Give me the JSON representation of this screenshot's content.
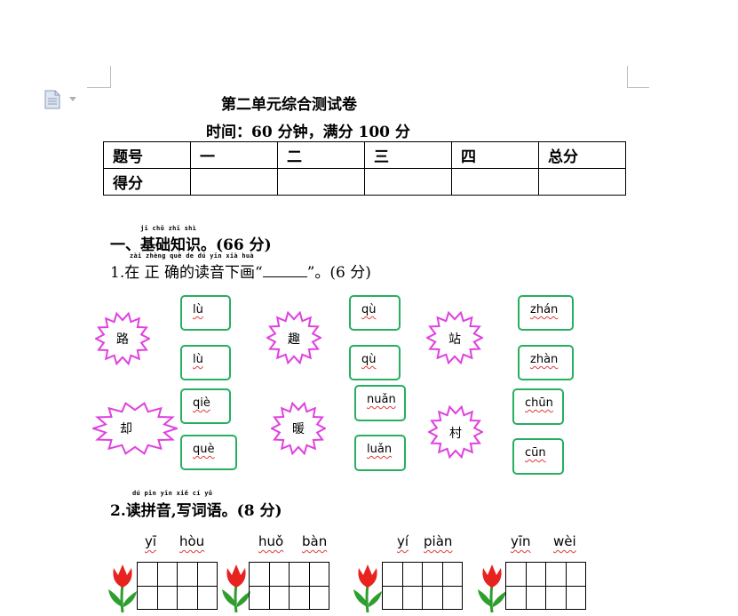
{
  "header": {
    "title": "第二单元综合测试卷",
    "subtitle": "时间：60 分钟，满分 100 分"
  },
  "score_table": {
    "row1": [
      "题号",
      "一",
      "二",
      "三",
      "四",
      "总分"
    ],
    "row2_label": "得分"
  },
  "section1": {
    "title": "一、基础知识。(66 分)",
    "ruby": "jī chǔ zhī shì"
  },
  "question1": {
    "title": "1.在 正 确的读音下画“",
    "title_end": "”。(6 分)",
    "ruby": "zài zhèng què de dú yīn xià huà",
    "groups": [
      {
        "char": "路",
        "options": [
          "lù",
          "lù"
        ]
      },
      {
        "char": "趣",
        "options": [
          "qù",
          "qù"
        ]
      },
      {
        "char": "站",
        "options": [
          "zhán",
          "zhàn"
        ]
      },
      {
        "char": "却",
        "options": [
          "qiè",
          "què"
        ]
      },
      {
        "char": "暖",
        "options": [
          "nuǎn",
          "luǎn"
        ]
      },
      {
        "char": "村",
        "options": [
          "chūn",
          "cūn"
        ]
      }
    ]
  },
  "question2": {
    "title": "2.读拼音,写词语。(8 分)",
    "ruby": "dú pīn yīn  xiě cí yǔ",
    "words": [
      {
        "p1": "yī",
        "p2": "hòu"
      },
      {
        "p1": "huǒ",
        "p2": "bàn"
      },
      {
        "p1": "yí",
        "p2": "piàn"
      },
      {
        "p1": "yīn",
        "p2": "wèi"
      }
    ]
  },
  "colors": {
    "box_border": "#27ae60",
    "burst_border": "#e040e0",
    "wavy_underline": "#e23a3a",
    "tulip_red": "#e8221f",
    "tulip_green": "#2e9e2e"
  }
}
